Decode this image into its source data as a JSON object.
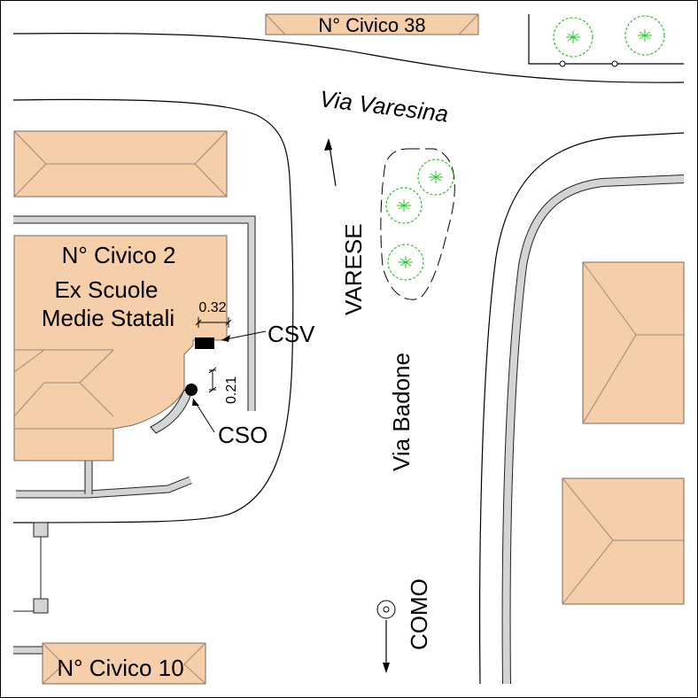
{
  "labels": {
    "civico_38": "N° Civico 38",
    "civico_2": "N° Civico 2",
    "ex_scuole": "Ex Scuole",
    "medie_statali": "Medie Statali",
    "civico_10": "N° Civico 10",
    "via_varesina": "Via Varesina",
    "varese": "VARESE",
    "via_badone": "Via Badone",
    "como": "COMO",
    "csv": "CSV",
    "cso": "CSO",
    "dim_032": "0.32",
    "dim_021": "0.21"
  },
  "colors": {
    "building_fill": "#f4cfaa",
    "tree_stroke": "#22cc22",
    "curb_fill": "#d4d4d4",
    "ink": "#000000"
  }
}
